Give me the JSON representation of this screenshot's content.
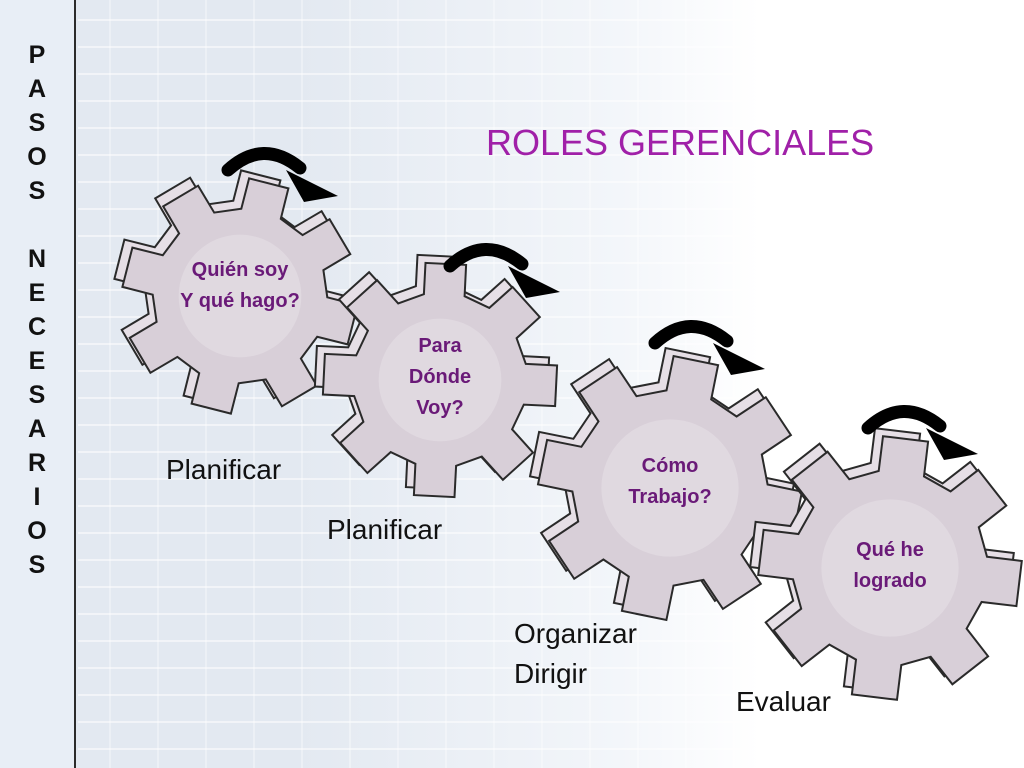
{
  "side_title": {
    "word1": [
      "P",
      "A",
      "S",
      "O",
      "S"
    ],
    "word2": [
      "N",
      "E",
      "C",
      "E",
      "S",
      "A",
      "R",
      "I",
      "O",
      "S"
    ]
  },
  "title": "ROLES GERENCIALES",
  "gears": [
    {
      "lines": [
        "Quién soy",
        "Y qué hago?"
      ],
      "icon": "gear-icon"
    },
    {
      "lines": [
        "Para",
        "Dónde",
        "Voy?"
      ],
      "icon": "gear-icon"
    },
    {
      "lines": [
        "Cómo",
        "Trabajo?"
      ],
      "icon": "gear-icon"
    },
    {
      "lines": [
        "Qué he",
        "logrado"
      ],
      "icon": "gear-icon"
    }
  ],
  "labels": {
    "planificar_1": "Planificar",
    "planificar_2": "Planificar",
    "organizar": "Organizar",
    "dirigir": "Dirigir",
    "evaluar": "Evaluar"
  },
  "arrows": [
    "curved-arrow-icon",
    "curved-arrow-icon",
    "curved-arrow-icon",
    "curved-arrow-icon"
  ],
  "colors": {
    "title": "#a020a8",
    "gear_fill": "#d8cfd8",
    "gear_outline": "#2a2a2a",
    "gear_text": "#6a1a78",
    "arrow": "#000000"
  }
}
